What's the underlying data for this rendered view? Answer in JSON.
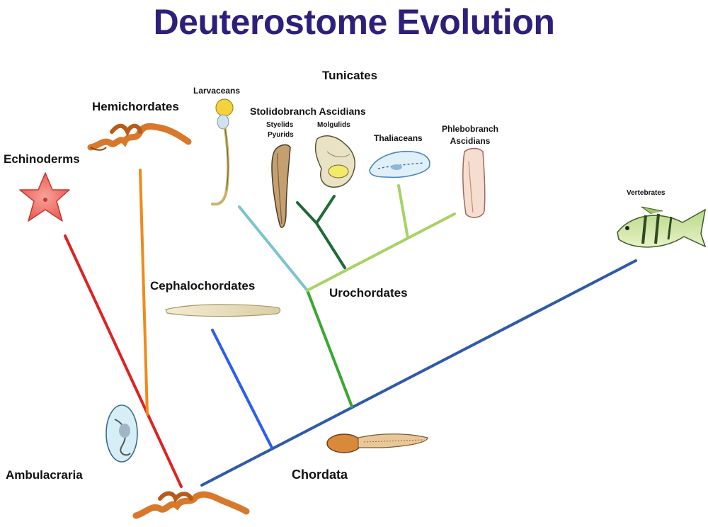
{
  "title": "Deuterostome Evolution",
  "colors": {
    "title": "#2e1f7a",
    "echinoderm_branch": "#dd2222",
    "hemichordate_branch": "#ef8a1a",
    "chordata_branch": "#2f5aa8",
    "cephalochordate_branch": "#2b5df0",
    "urochordate_branch": "#3aa832",
    "larvacean_branch": "#7ac4cc",
    "molgulid_branch": "#1f6b35",
    "thaliacean_branch": "#a8d266"
  },
  "labels": {
    "tunicates": "Tunicates",
    "larvaceans": "Larvaceans",
    "hemichordates": "Hemichordates",
    "stolidobranch": "Stolidobranch Ascidians",
    "styelids": "Styelids",
    "pyurids": "Pyurids",
    "molgulids": "Molgulids",
    "thaliaceans": "Thaliaceans",
    "phlebobranch_1": "Phlebobranch",
    "phlebobranch_2": "Ascidians",
    "echinoderms": "Echinoderms",
    "vertebrates": "Vertebrates",
    "cephalochordates": "Cephalochordates",
    "urochordates": "Urochordates",
    "ambulacraria": "Ambulacraria",
    "chordata": "Chordata"
  }
}
